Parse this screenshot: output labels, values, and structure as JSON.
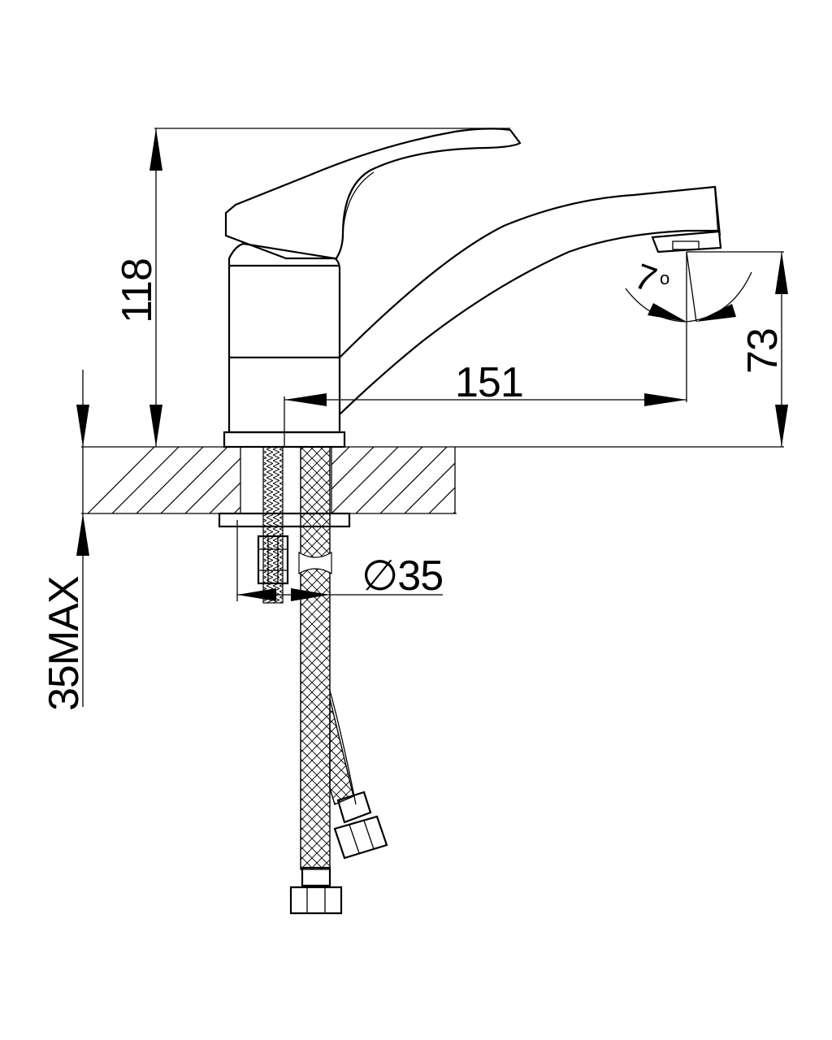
{
  "dimensions": {
    "total_height": "118",
    "spout_reach": "151",
    "spout_height": "73",
    "hole_diameter": "∅35",
    "max_counter_thickness": "35MAX",
    "spout_angle": "7",
    "degree_symbol": "o"
  },
  "colors": {
    "line": "#000000",
    "background": "#ffffff"
  }
}
